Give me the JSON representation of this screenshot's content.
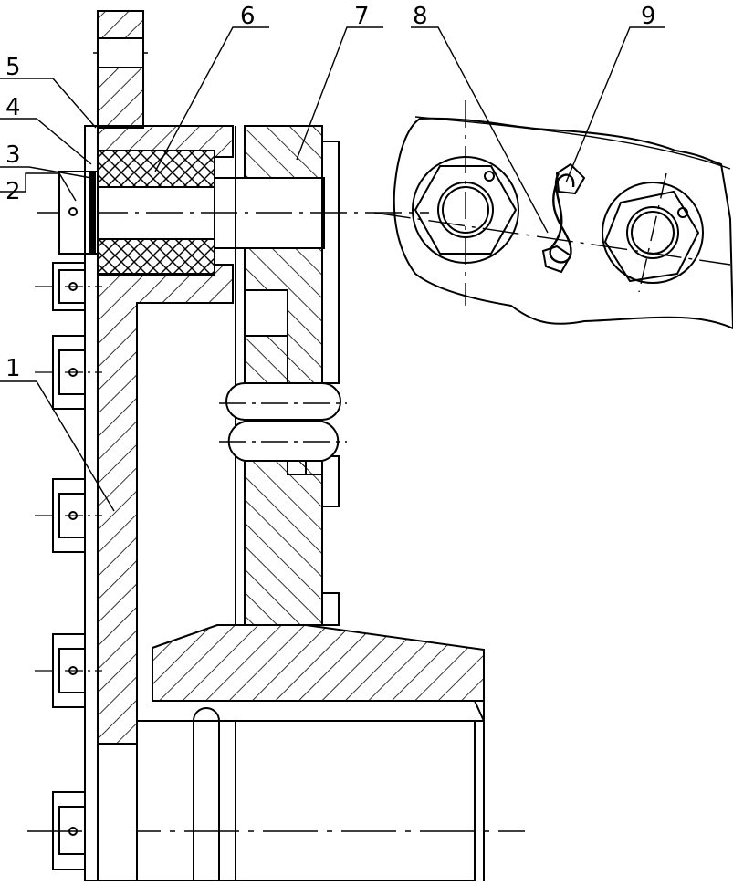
{
  "drawing": {
    "labels": {
      "p1": "1",
      "p2": "2",
      "p3": "3",
      "p4": "4",
      "p5": "5",
      "p6": "6",
      "p7": "7",
      "p8": "8",
      "p9": "9"
    },
    "colors": {
      "line": "#000000",
      "background": "#ffffff"
    }
  }
}
